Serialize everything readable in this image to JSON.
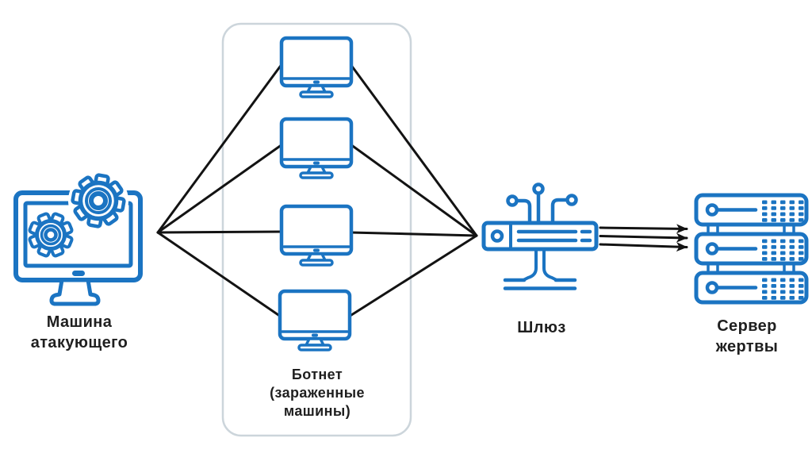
{
  "colors": {
    "icon_blue": "#1b74c2",
    "line_black": "#131313",
    "container_border": "#ccd5db",
    "text": "#1f1f1f",
    "background": "#ffffff"
  },
  "labels": {
    "attacker": {
      "line1": "Машина",
      "line2": "атакующего"
    },
    "botnet": {
      "line1": "Ботнет",
      "line2": "(зараженные",
      "line3": "машины)"
    },
    "gateway": {
      "line1": "Шлюз"
    },
    "server": {
      "line1": "Сервер",
      "line2": "жертвы"
    }
  },
  "icons": {
    "attacker": "attacker-computer-gears-icon",
    "botnet_node": "infected-desktop-icon",
    "gateway": "network-gateway-icon",
    "server": "victim-server-rack-icon"
  },
  "structure": {
    "botnet_node_count": 4,
    "attack_arrow_count": 3
  }
}
